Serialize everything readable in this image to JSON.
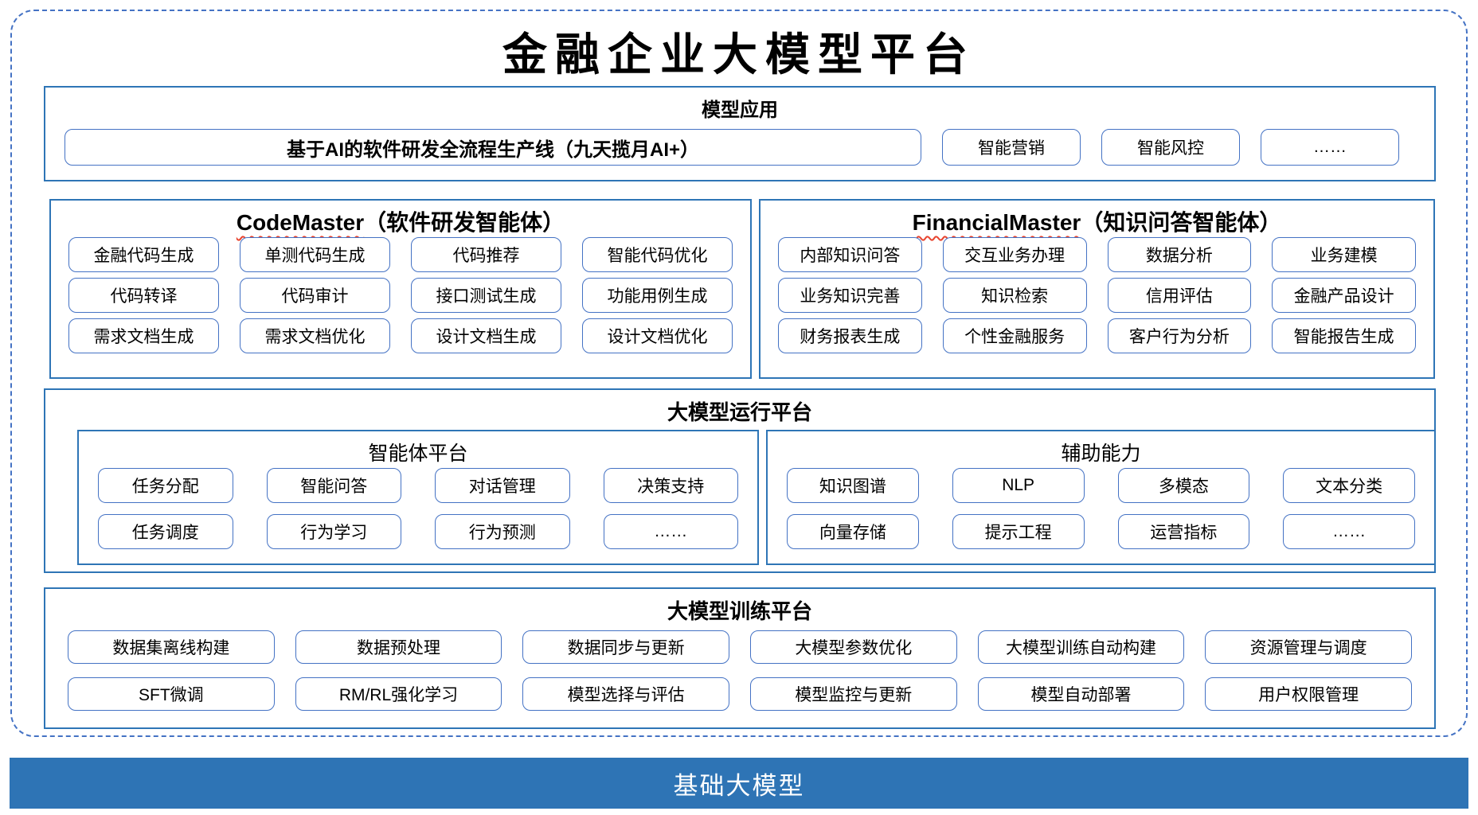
{
  "title": "金融企业大模型平台",
  "model_app": {
    "header": "模型应用",
    "main_item": "基于AI的软件研发全流程生产线（九天揽月AI+）",
    "items": [
      "智能营销",
      "智能风控",
      "……"
    ]
  },
  "codemaster": {
    "title_en": "CodeMaster",
    "title_zh": "（软件研发智能体）",
    "items": [
      "金融代码生成",
      "单测代码生成",
      "代码推荐",
      "智能代码优化",
      "代码转译",
      "代码审计",
      "接口测试生成",
      "功能用例生成",
      "需求文档生成",
      "需求文档优化",
      "设计文档生成",
      "设计文档优化"
    ]
  },
  "financialmaster": {
    "title_en": "FinancialMaster",
    "title_zh": "（知识问答智能体）",
    "items": [
      "内部知识问答",
      "交互业务办理",
      "数据分析",
      "业务建模",
      "业务知识完善",
      "知识检索",
      "信用评估",
      "金融产品设计",
      "财务报表生成",
      "个性金融服务",
      "客户行为分析",
      "智能报告生成"
    ]
  },
  "runtime": {
    "header": "大模型运行平台",
    "agent_platform": {
      "header": "智能体平台",
      "items": [
        "任务分配",
        "智能问答",
        "对话管理",
        "决策支持",
        "任务调度",
        "行为学习",
        "行为预测",
        "……"
      ]
    },
    "aux_ability": {
      "header": "辅助能力",
      "items": [
        "知识图谱",
        "NLP",
        "多模态",
        "文本分类",
        "向量存储",
        "提示工程",
        "运营指标",
        "……"
      ]
    }
  },
  "training": {
    "header": "大模型训练平台",
    "items": [
      "数据集离线构建",
      "数据预处理",
      "数据同步与更新",
      "大模型参数优化",
      "大模型训练自动构建",
      "资源管理与调度",
      "SFT微调",
      "RM/RL强化学习",
      "模型选择与评估",
      "模型监控与更新",
      "模型自动部署",
      "用户权限管理"
    ]
  },
  "base_model_bar": "基础大模型",
  "colors": {
    "section_border": "#2E75B6",
    "box_border": "#4472C4",
    "dashed_border": "#4472C4",
    "base_bar_bg": "#2E74B5",
    "squiggle_red": "#E8442F"
  }
}
